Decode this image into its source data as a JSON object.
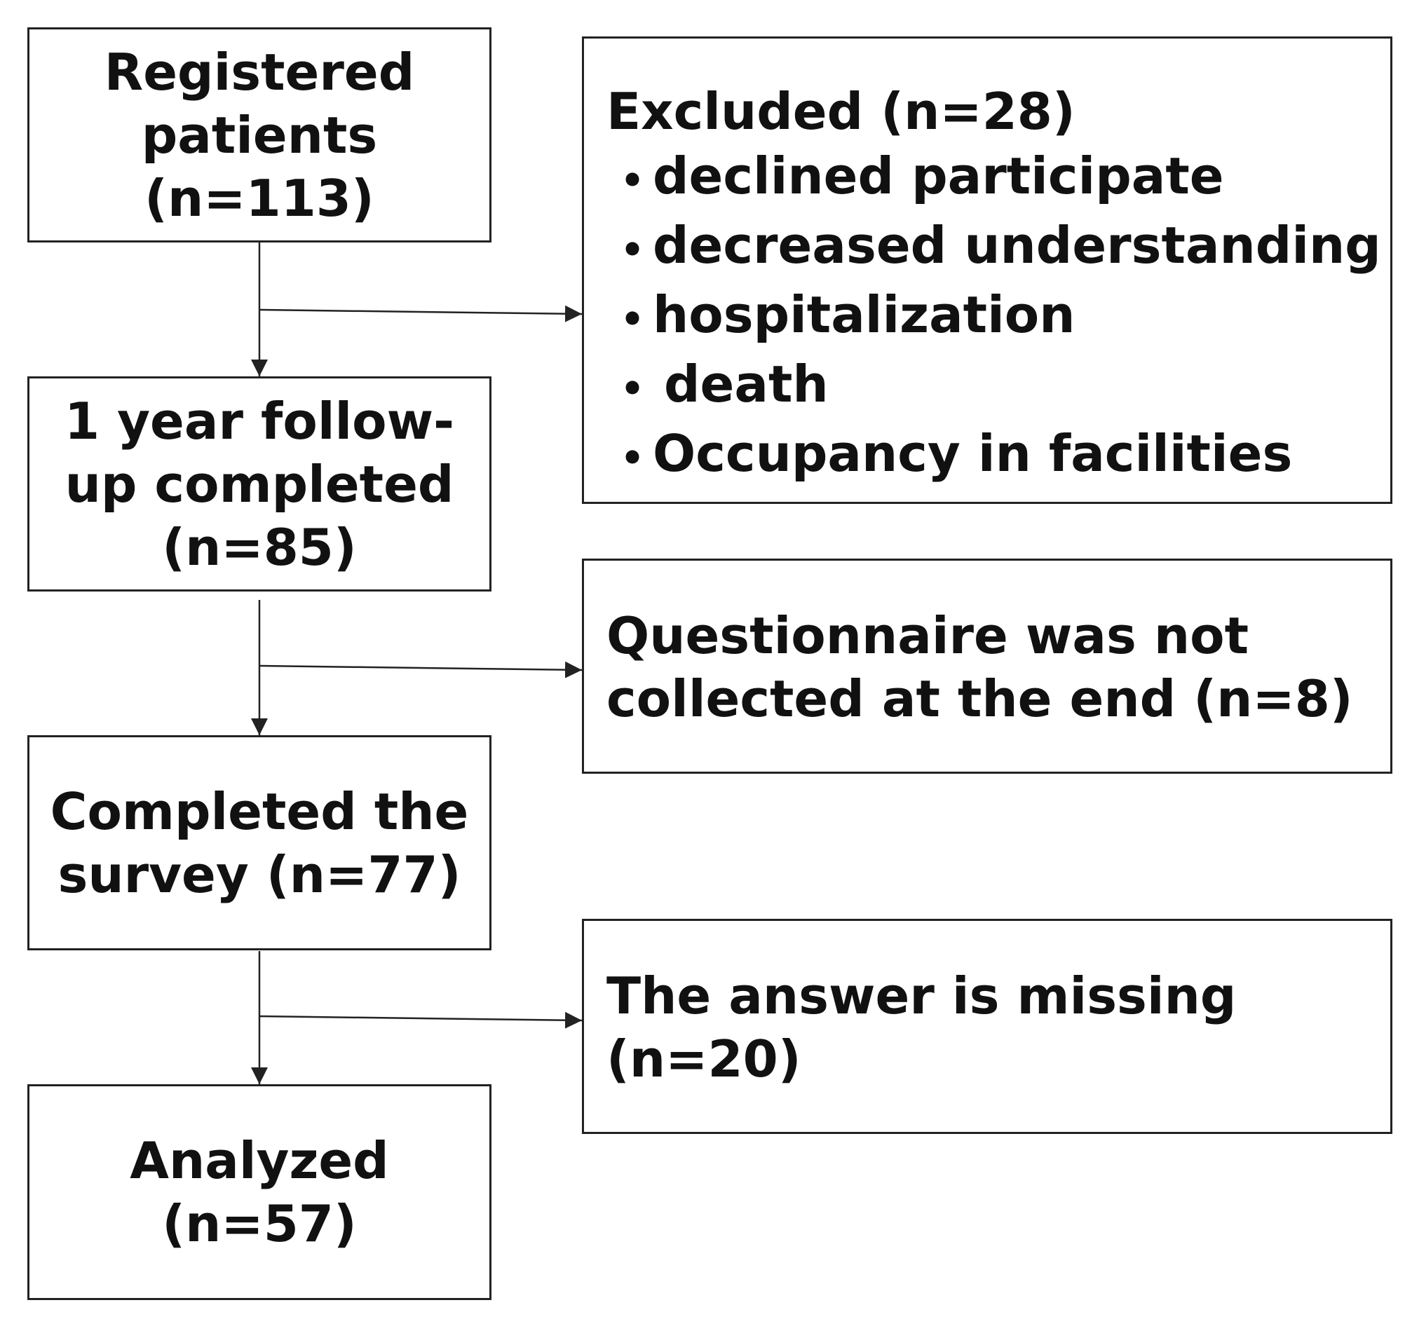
{
  "flow": {
    "registered": {
      "line1": "Registered",
      "line2": "patients",
      "line3": "(n=113)"
    },
    "followup": {
      "line1": "1 year follow-",
      "line2": "up completed",
      "line3": "(n=85)"
    },
    "survey": {
      "line1": "Completed the",
      "line2": "survey (n=77)"
    },
    "analyzed": {
      "line1": "Analyzed",
      "line2": "(n=57)"
    }
  },
  "exclusions": {
    "excluded": {
      "title": "Excluded (n=28)",
      "reasons": [
        "declined participate",
        "decreased understanding",
        "hospitalization",
        "death",
        "Occupancy in facilities"
      ]
    },
    "questionnaire": {
      "line1": "Questionnaire was not",
      "line2": "collected at the end (n=8)"
    },
    "missing": {
      "line1": "The answer is missing",
      "line2": "(n=20)"
    }
  }
}
